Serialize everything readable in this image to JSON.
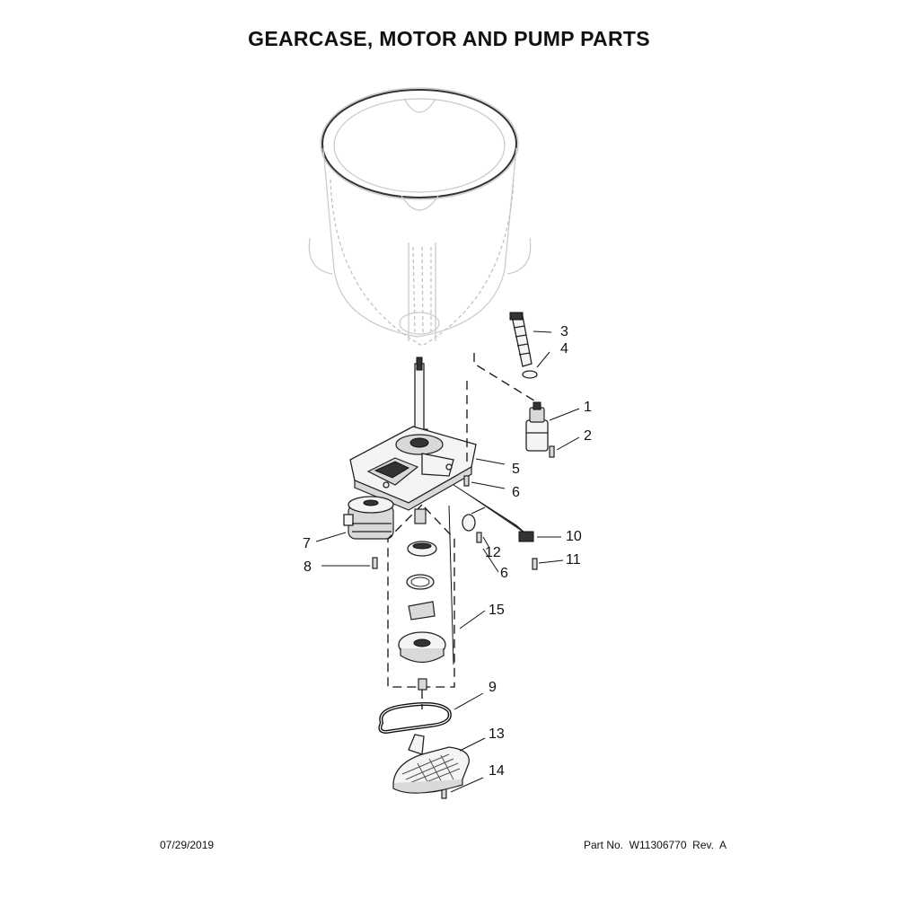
{
  "title": "GEARCASE, MOTOR AND PUMP PARTS",
  "footer": {
    "date": "07/29/2019",
    "part_no": "Part No.  W11306770  Rev.  A"
  },
  "callouts": {
    "c1": "1",
    "c2": "2",
    "c3": "3",
    "c4": "4",
    "c5": "5",
    "c6a": "6",
    "c6b": "6",
    "c7": "7",
    "c8": "8",
    "c9": "9",
    "c10": "10",
    "c11": "11",
    "c12": "12",
    "c13": "13",
    "c14": "14",
    "c15": "15"
  }
}
